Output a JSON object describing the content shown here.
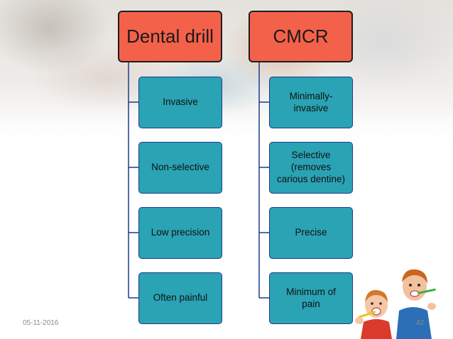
{
  "diagram": {
    "columns": [
      {
        "header": "Dental drill",
        "items": [
          "Invasive",
          "Non-selective",
          "Low precision",
          "Often painful"
        ]
      },
      {
        "header": "CMCR",
        "items": [
          "Minimally-\ninvasive",
          "Selective\n(removes\ncarious dentine)",
          "Precise",
          "Minimum of\npain"
        ]
      }
    ]
  },
  "footer": {
    "date": "05-11-2016",
    "page_number": "42"
  },
  "colors": {
    "header_fill": "#f4614a",
    "item_fill": "#2aa3b4",
    "item_border": "#1f3b8a",
    "connector": "#1f3b8a"
  }
}
